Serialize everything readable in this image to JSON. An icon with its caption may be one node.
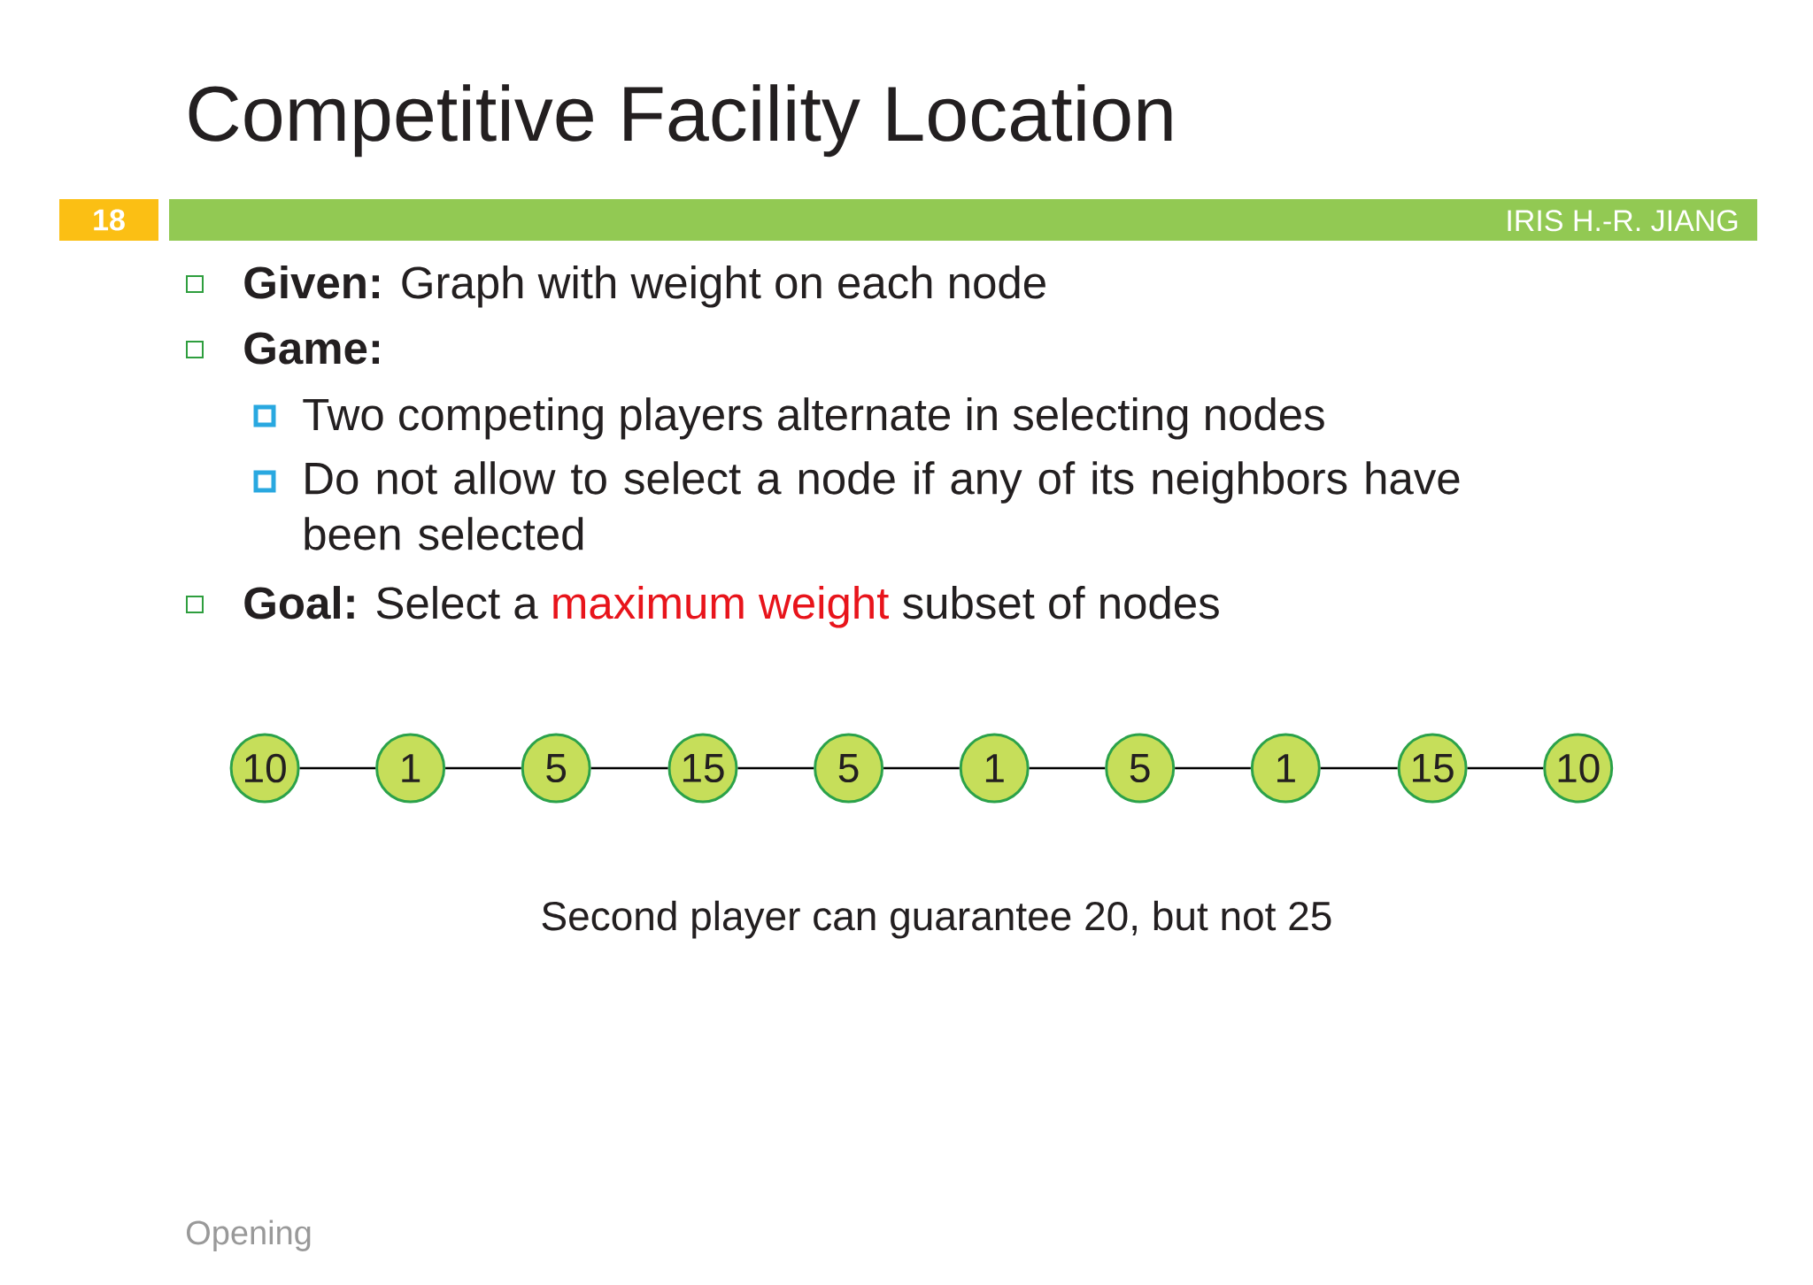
{
  "diagram": {
    "title": "Competitive Facility Location",
    "nodes": [
      {
        "text": [
          "10"
        ]
      },
      {
        "text": [
          "1"
        ]
      },
      {
        "text": [
          "5"
        ]
      },
      {
        "text": [
          "15"
        ]
      },
      {
        "text": [
          "5"
        ]
      },
      {
        "text": [
          "1"
        ]
      },
      {
        "text": [
          "5"
        ]
      },
      {
        "text": [
          "1"
        ]
      },
      {
        "text": [
          "15"
        ]
      },
      {
        "text": [
          "10"
        ]
      }
    ],
    "edges": [
      {
        "from": 0,
        "to": 1,
        "arrow": "none"
      },
      {
        "from": 1,
        "to": 2,
        "arrow": "none"
      },
      {
        "from": 2,
        "to": 3,
        "arrow": "none"
      },
      {
        "from": 3,
        "to": 4,
        "arrow": "none"
      },
      {
        "from": 4,
        "to": 5,
        "arrow": "none"
      },
      {
        "from": 5,
        "to": 6,
        "arrow": "none"
      },
      {
        "from": 6,
        "to": 7,
        "arrow": "none"
      },
      {
        "from": 7,
        "to": 8,
        "arrow": "none"
      },
      {
        "from": 8,
        "to": 9,
        "arrow": "none"
      }
    ],
    "labels": [
      "18",
      "IRIS H.-R. JIANG",
      "**Given:** Graph with weight on each node",
      "Game:",
      "Two competing players alternate in selecting nodes",
      "Do not allow to select a node if any of its neighbors have been selected",
      "**Goal:** Select a",
      "maximum weight",
      "subset of nodes",
      "Second player can guarantee 20, but not 25",
      "Opening"
    ]
  }
}
